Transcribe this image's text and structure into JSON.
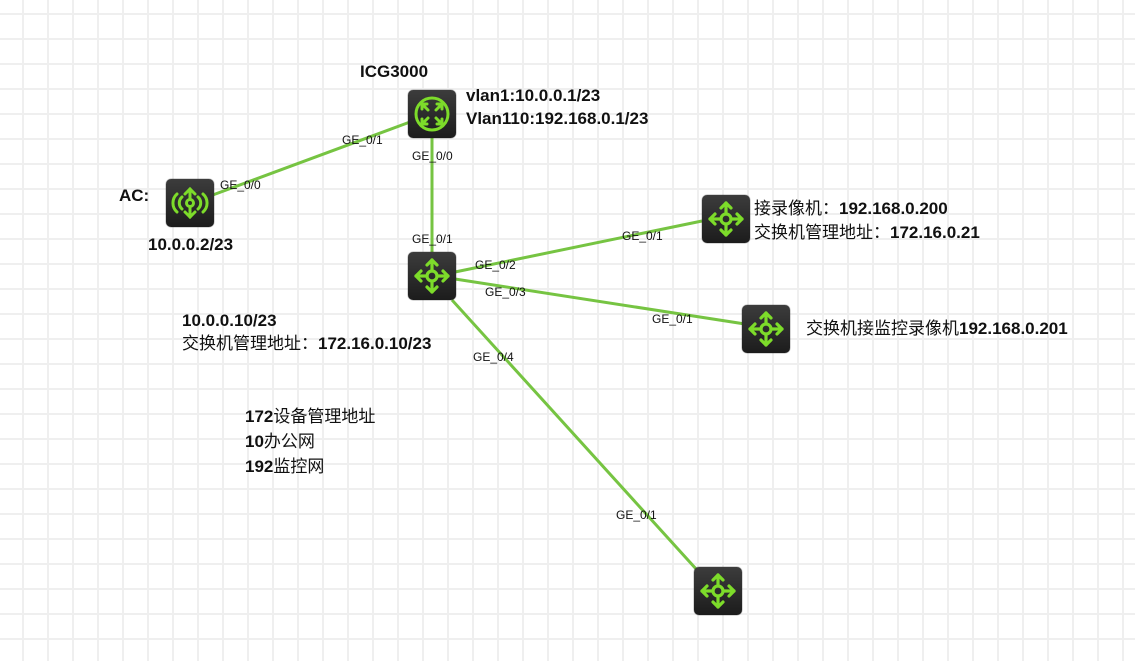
{
  "colors": {
    "link": "#76c442",
    "icon": "#7ddc2a",
    "node_bg": "#2a2a2a",
    "grid": "#efefef"
  },
  "nodes": {
    "icg": {
      "type": "router",
      "icon": "router-icon",
      "name": "ICG3000",
      "info": [
        "vlan1:10.0.0.1/23",
        "Vlan110:192.168.0.1/23"
      ]
    },
    "ac": {
      "type": "wireless-controller",
      "icon": "ac-wireless-icon",
      "name": "AC:",
      "info": [
        "10.0.0.2/23"
      ]
    },
    "core": {
      "type": "switch",
      "icon": "switch-icon",
      "info": [
        "10.0.0.10/23",
        "交换机管理地址：172.16.0.10/23"
      ]
    },
    "sw1": {
      "type": "switch",
      "icon": "switch-icon",
      "info": [
        "接录像机：192.168.0.200",
        "交换机管理地址：172.16.0.21"
      ]
    },
    "sw2": {
      "type": "switch",
      "icon": "switch-icon",
      "info": [
        "交换机接监控录像机192.168.0.201"
      ]
    },
    "sw3": {
      "type": "switch",
      "icon": "switch-icon",
      "info": []
    }
  },
  "links": [
    {
      "from": "ac",
      "from_port": "GE_0/0",
      "to": "icg",
      "to_port": "GE_0/1"
    },
    {
      "from": "icg",
      "from_port": "GE_0/0",
      "to": "core",
      "to_port": "GE_0/1"
    },
    {
      "from": "core",
      "from_port": "GE_0/2",
      "to": "sw1",
      "to_port": "GE_0/1"
    },
    {
      "from": "core",
      "from_port": "GE_0/3",
      "to": "sw2",
      "to_port": "GE_0/1"
    },
    {
      "from": "core",
      "from_port": "GE_0/4",
      "to": "sw3",
      "to_port": "GE_0/1"
    }
  ],
  "notes": [
    "172设备管理地址",
    "10办公网",
    "192监控网"
  ]
}
